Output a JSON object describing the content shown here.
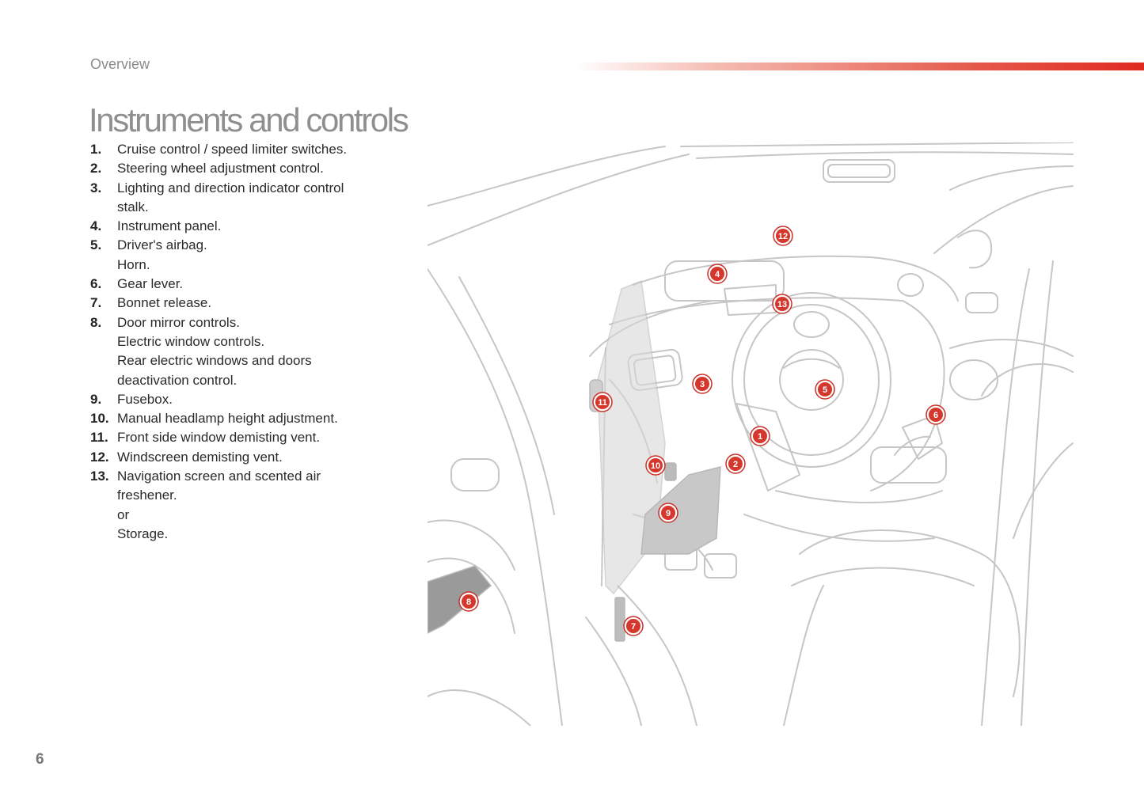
{
  "header": {
    "section": "Overview",
    "title": "Instruments and controls"
  },
  "items": [
    {
      "num": "1.",
      "lines": [
        "Cruise control / speed limiter switches."
      ]
    },
    {
      "num": "2.",
      "lines": [
        "Steering wheel adjustment control."
      ]
    },
    {
      "num": "3.",
      "lines": [
        "Lighting and direction indicator control",
        "stalk."
      ]
    },
    {
      "num": "4.",
      "lines": [
        "Instrument panel."
      ]
    },
    {
      "num": "5.",
      "lines": [
        "Driver's airbag.",
        "Horn."
      ]
    },
    {
      "num": "6.",
      "lines": [
        "Gear lever."
      ]
    },
    {
      "num": "7.",
      "lines": [
        "Bonnet release."
      ]
    },
    {
      "num": "8.",
      "lines": [
        "Door mirror controls.",
        "Electric window controls.",
        "Rear electric windows and doors",
        "deactivation control."
      ]
    },
    {
      "num": "9.",
      "lines": [
        "Fusebox."
      ]
    },
    {
      "num": "10.",
      "lines": [
        "Manual headlamp height adjustment."
      ]
    },
    {
      "num": "11.",
      "lines": [
        "Front side window demisting vent."
      ]
    },
    {
      "num": "12.",
      "lines": [
        "Windscreen demisting vent."
      ]
    },
    {
      "num": "13.",
      "lines": [
        "Navigation screen and scented air",
        "freshener.",
        "or",
        "Storage."
      ]
    }
  ],
  "callouts": [
    "1",
    "2",
    "3",
    "4",
    "5",
    "6",
    "7",
    "8",
    "9",
    "10",
    "11",
    "12",
    "13"
  ],
  "page_number": "6",
  "colors": {
    "accent": "#d6372d",
    "title_gray": "#8f8f8f",
    "line_art": "#c4c4c4"
  }
}
